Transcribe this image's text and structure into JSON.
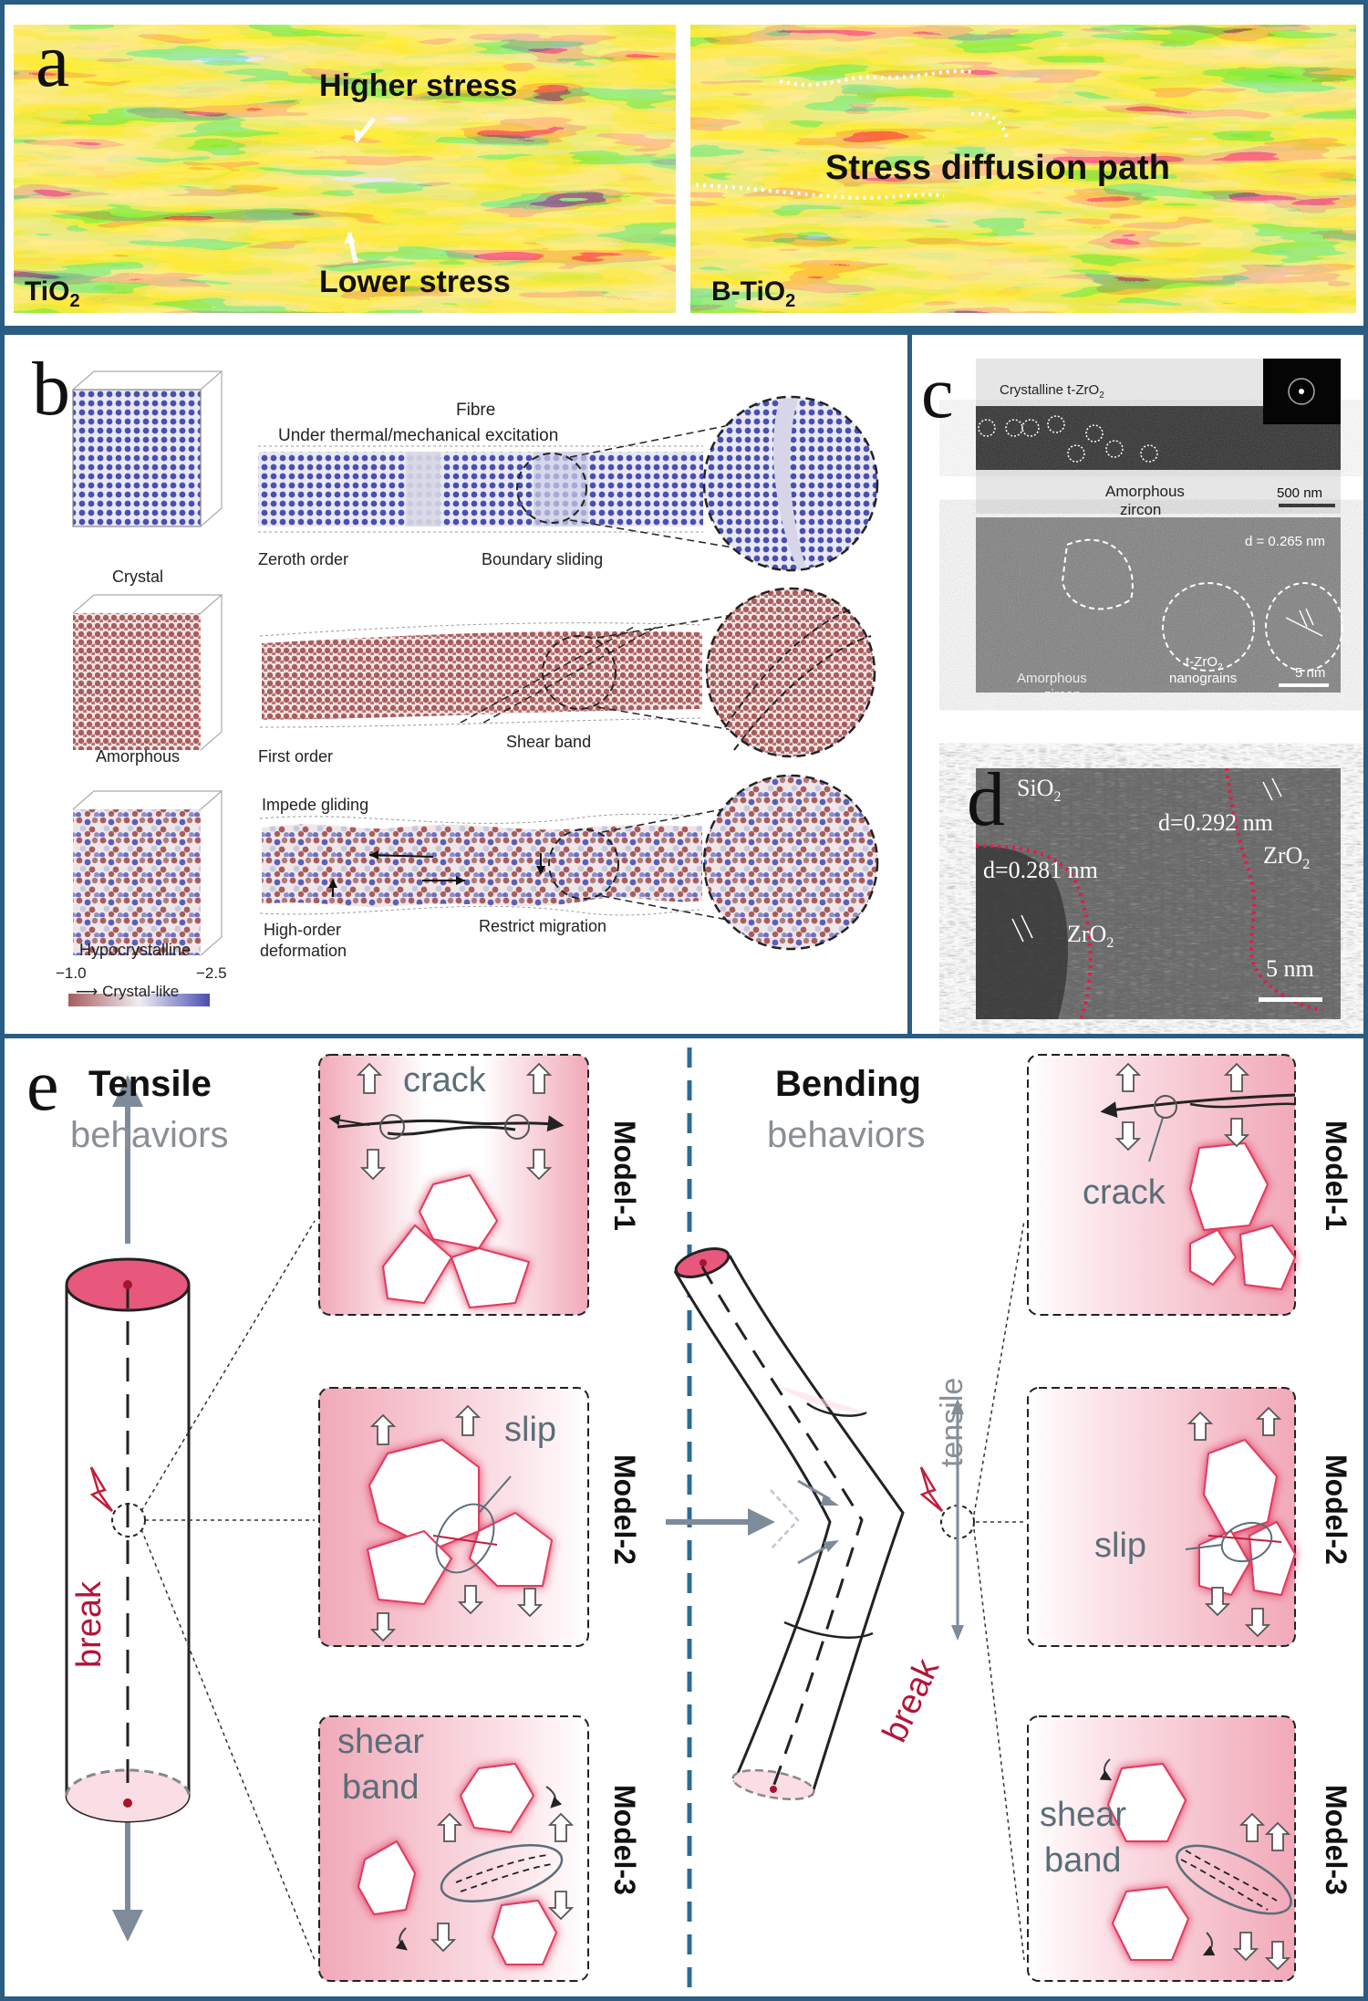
{
  "panel_a": {
    "label": "a",
    "left": {
      "sample": "TiO",
      "sample_sub": "2",
      "higher": "Higher stress",
      "lower": "Lower  stress"
    },
    "right": {
      "sample": "B-TiO",
      "sample_sub": "2",
      "path": "Stress diffusion path"
    }
  },
  "panel_b": {
    "label": "b",
    "title1": "Fibre",
    "title2": "Under thermal/mechanical excitation",
    "crystal": "Crystal",
    "amorphous": "Amorphous",
    "hypo": "Hypocrystalline",
    "zeroth": "Zeroth order",
    "boundary": "Boundary sliding",
    "first": "First order",
    "shear": "Shear band",
    "impede": "Impede gliding",
    "high1": "High-order",
    "high2": "deformation",
    "restrict": "Restrict migration",
    "scale_min": "−1.0",
    "scale_max": "−2.5",
    "crystal_like": "⟶ Crystal-like",
    "colors": {
      "crystal": "#4a4fb0",
      "amorphous": "#a85c5c"
    }
  },
  "panel_c": {
    "label": "c",
    "top_title": "Crystalline t-ZrO",
    "top_title_sub": "2",
    "amorph1": "Amorphous",
    "amorph2": "zircon",
    "scale1": "500 nm",
    "d_label": "d = 0.265 nm",
    "tzro": "t-ZrO",
    "tzro_sub": "2",
    "nano": "nanograins",
    "am_bottom1": "Amorphous",
    "am_bottom2": "zircon",
    "scale2": "5 nm"
  },
  "panel_d": {
    "label": "d",
    "sio": "SiO",
    "sio_sub": "2",
    "d1": "d=0.292 nm",
    "zro_right": "ZrO",
    "zro_right_sub": "2",
    "d2": "d=0.281 nm",
    "zro_left": "ZrO",
    "zro_left_sub": "2",
    "scale": "5 nm"
  },
  "panel_e": {
    "label": "e",
    "tensile": "Tensile",
    "behaviors": "behaviors",
    "bending": "Bending",
    "behaviors2": "behaviors",
    "break": "break",
    "break2": "break",
    "tensile_side": "tensile",
    "crack": "crack",
    "crack2": "crack",
    "slip": "slip",
    "slip2": "slip",
    "shear": "shear",
    "band": "band",
    "shear2": "shear",
    "band2": "band",
    "model1": "Model-1",
    "model2": "Model-2",
    "model3": "Model-3",
    "model1b": "Model-1",
    "model2b": "Model-2",
    "model3b": "Model-3",
    "accent": "#c21d3a"
  }
}
